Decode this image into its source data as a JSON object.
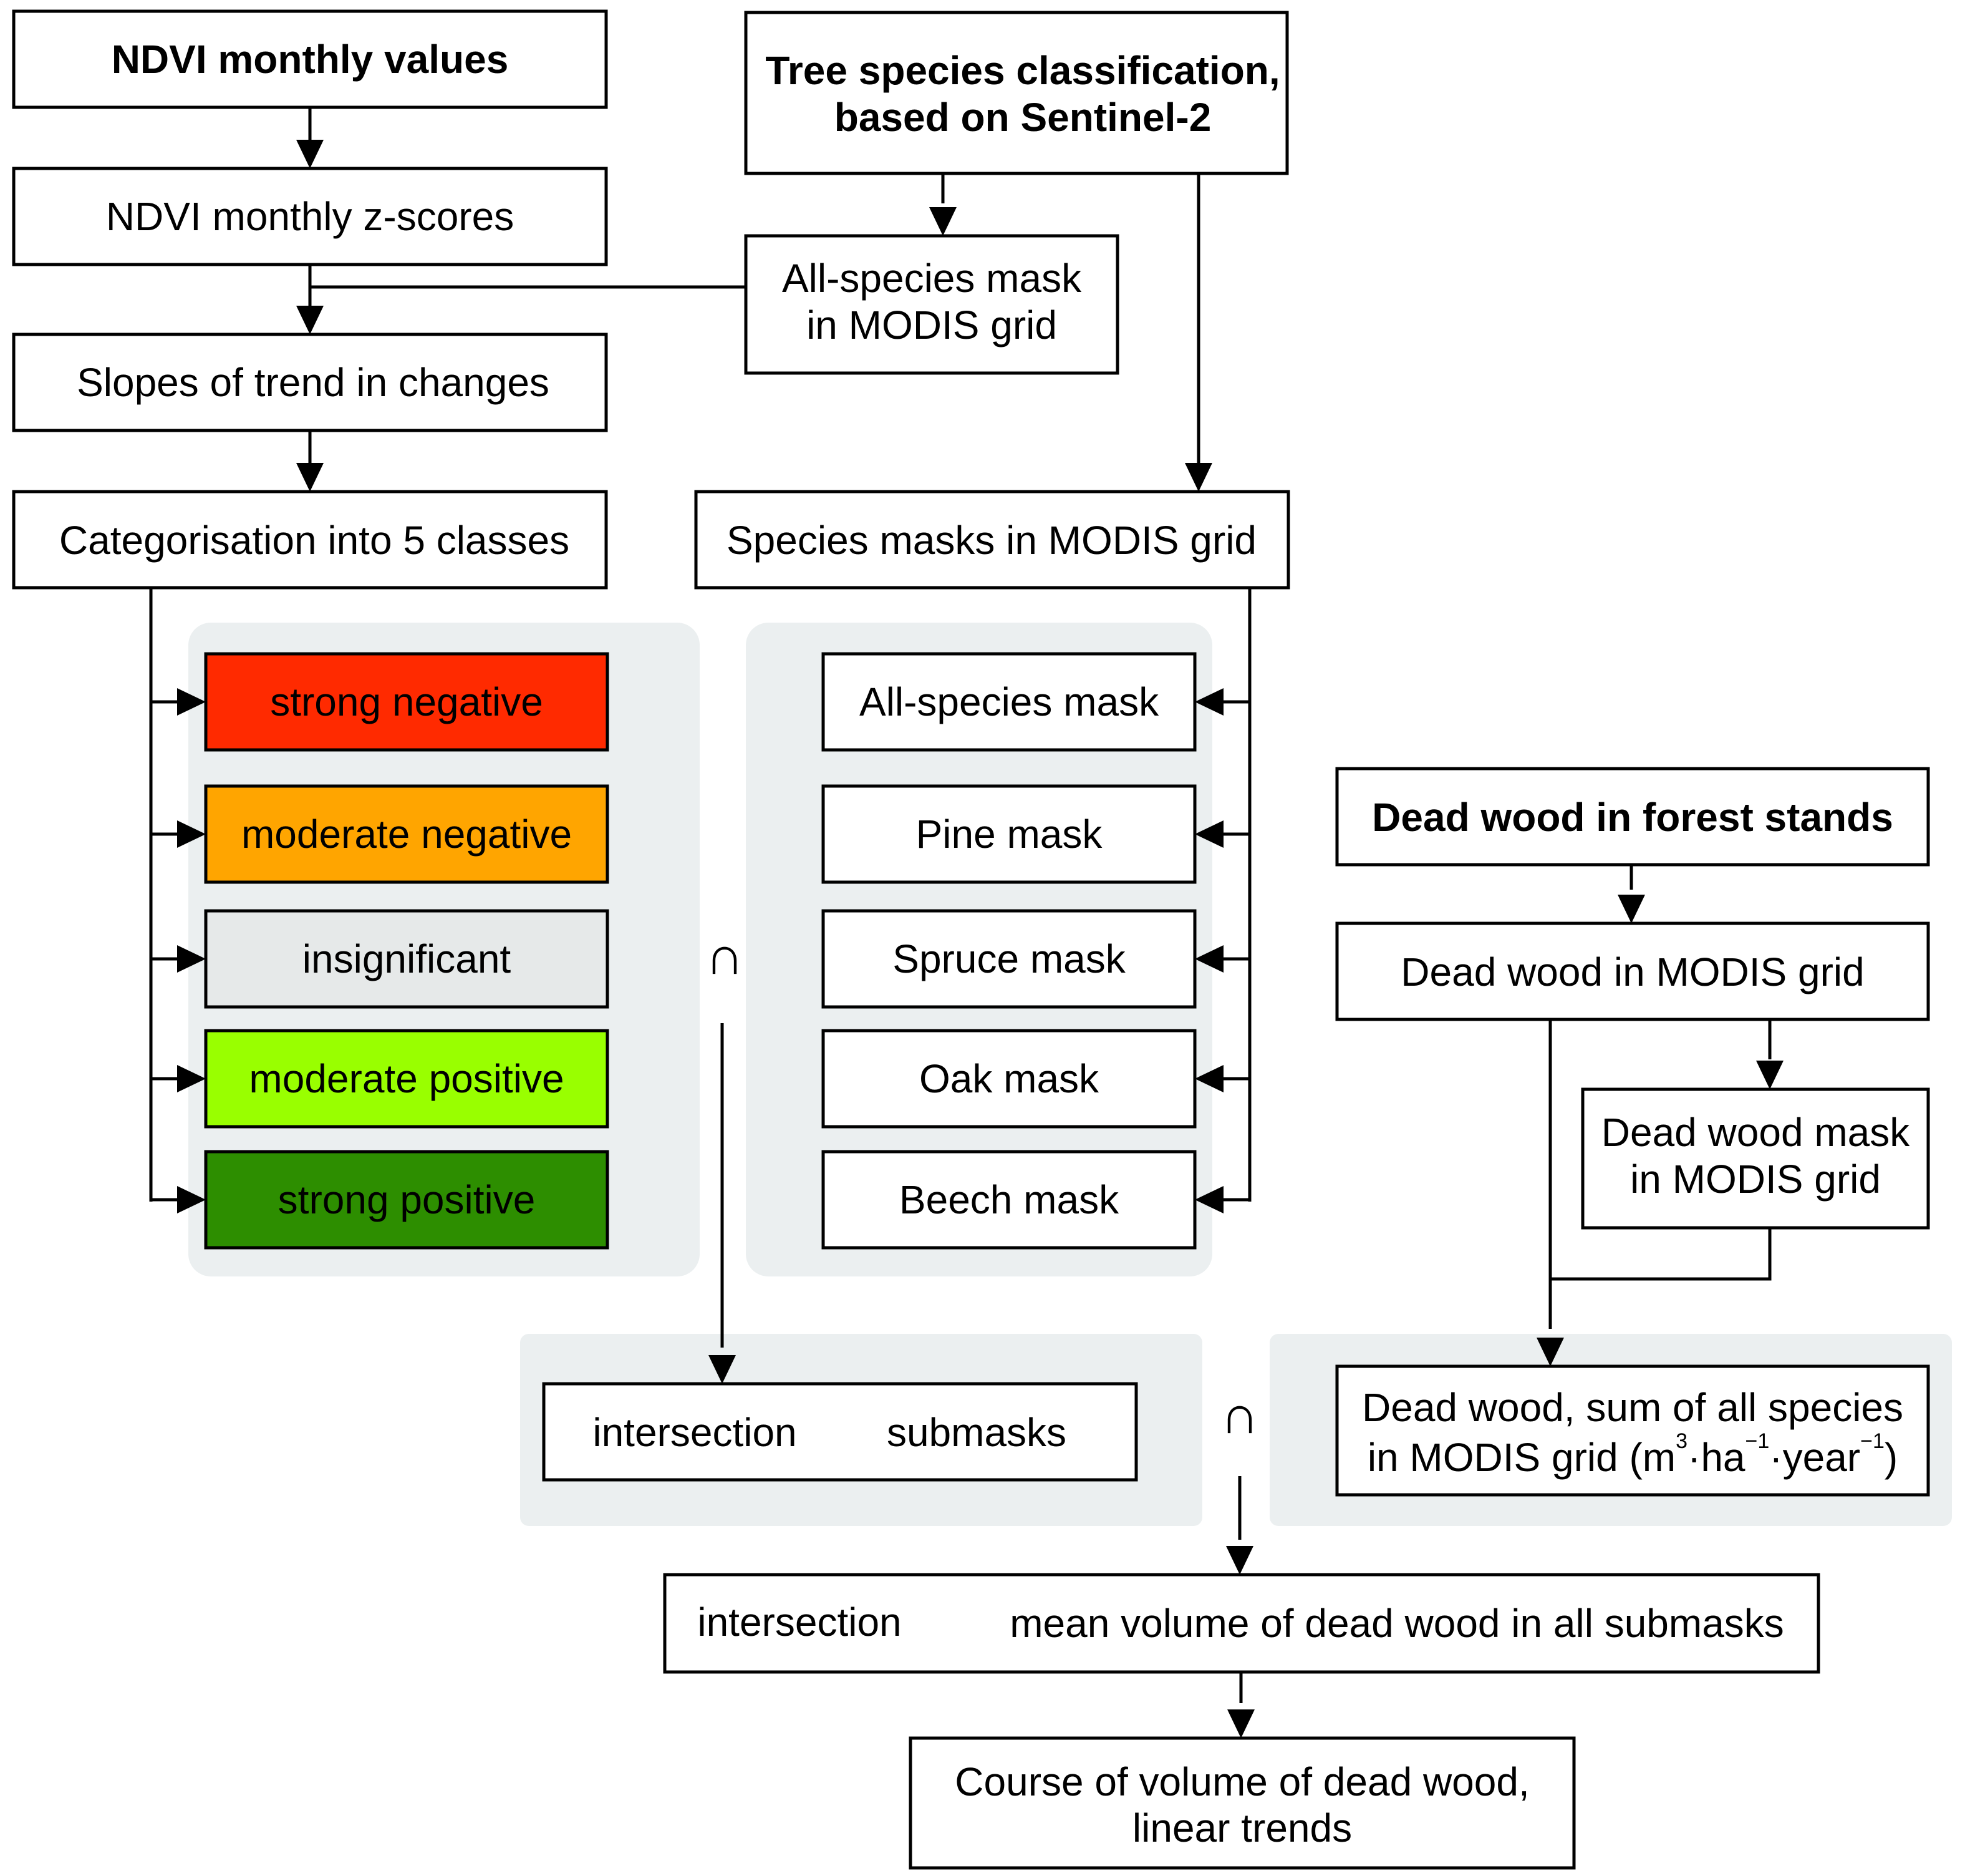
{
  "nodes": {
    "ndvi_values": "NDVI monthly values",
    "ndvi_zscores": "NDVI monthly z-scores",
    "slopes": "Slopes of trend in changes",
    "categorisation": "Categorisation into 5 classes",
    "tree_species_1": "Tree species classification,",
    "tree_species_2": "based on Sentinel-2",
    "allspecies_grid_1": "All-species mask",
    "allspecies_grid_2": "in MODIS grid",
    "species_masks": "Species masks in MODIS grid",
    "deadwood_stands": "Dead wood in forest stands",
    "deadwood_grid": "Dead wood in MODIS grid",
    "deadwood_mask_1": "Dead wood mask",
    "deadwood_mask_2": "in MODIS grid",
    "deadwood_sum_1": "Dead wood, sum of all species",
    "deadwood_sum_2": "in MODIS grid (m",
    "deadwood_sum_sup1": "3",
    "deadwood_sum_3": "·ha",
    "deadwood_sum_sup2": "−1",
    "deadwood_sum_4": "·year",
    "deadwood_sum_sup3": "−1",
    "deadwood_sum_5": ")",
    "intersection_submasks_a": "intersection",
    "intersection_submasks_b": "submasks",
    "intersection_mean_a": "intersection",
    "intersection_mean_b": "mean volume of dead wood in all submasks",
    "course_1": "Course of volume of dead wood,",
    "course_2": "linear trends"
  },
  "classes": [
    {
      "label": "strong negative",
      "color": "#ff2a00"
    },
    {
      "label": "moderate negative",
      "color": "#ffa500"
    },
    {
      "label": "insignificant",
      "color": "#e6e9e9"
    },
    {
      "label": "moderate positive",
      "color": "#99ff00"
    },
    {
      "label": "strong positive",
      "color": "#2d8e00"
    }
  ],
  "masks": [
    "All-species mask",
    "Pine mask",
    "Spruce mask",
    "Oak mask",
    "Beech mask"
  ],
  "symbols": {
    "cap1": "∩",
    "cap2": "∩"
  },
  "colors": {
    "panel": "#ebeff0",
    "stroke": "#000000"
  }
}
